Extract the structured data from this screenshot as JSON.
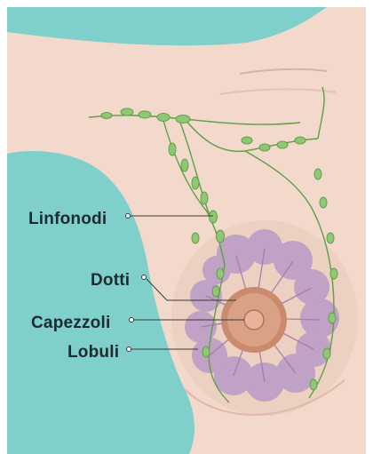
{
  "diagram": {
    "labels": {
      "lymph_nodes": "Linfonodi",
      "ducts": "Dotti",
      "nipples": "Capezzoli",
      "lobules": "Lobuli"
    },
    "colors": {
      "background": "#7fcfcb",
      "skin": "#f2d9cb",
      "skin_shadow": "#e9c7b8",
      "lobule": "#b89ac6",
      "lymph_node": "#8fc775",
      "vessel": "#5e9f48",
      "areola": "#c98a6e",
      "nipple": "#e8b39a",
      "label_text": "#1e2a30"
    }
  }
}
